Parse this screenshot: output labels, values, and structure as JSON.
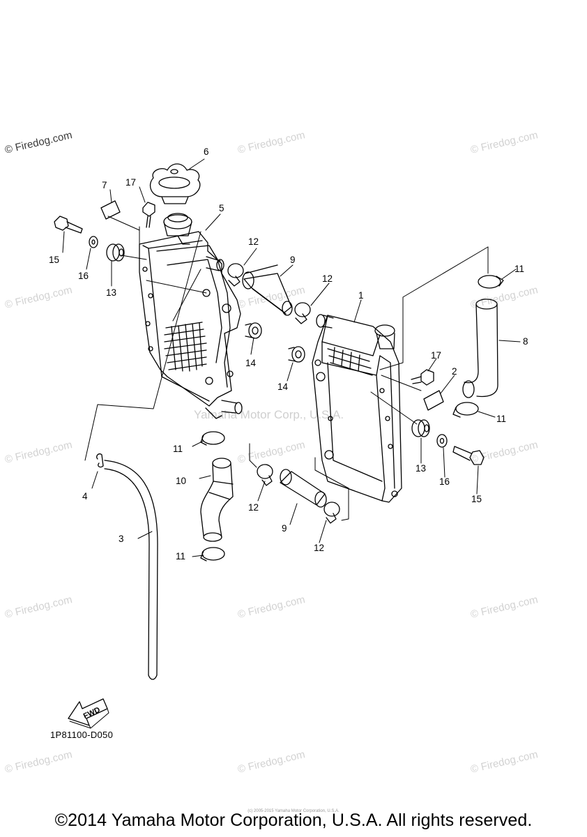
{
  "watermark": "© Firedog.com",
  "center_watermark": "Yamaha Motor Corp., U.S.A.",
  "fwd_label": "FWD",
  "diagram_code": "1P81100-D050",
  "copyright": "©2014 Yamaha Motor Corporation, U.S.A. All rights reserved.",
  "fine_print": "(c) 2005-2015 Yamaha Motor Corporation, U.S.A.",
  "callouts": [
    "6",
    "7",
    "17",
    "5",
    "15",
    "16",
    "13",
    "12",
    "9",
    "12",
    "1",
    "11",
    "8",
    "14",
    "14",
    "17",
    "2",
    "11",
    "11",
    "4",
    "10",
    "12",
    "13",
    "16",
    "15",
    "9",
    "12",
    "3",
    "11"
  ]
}
